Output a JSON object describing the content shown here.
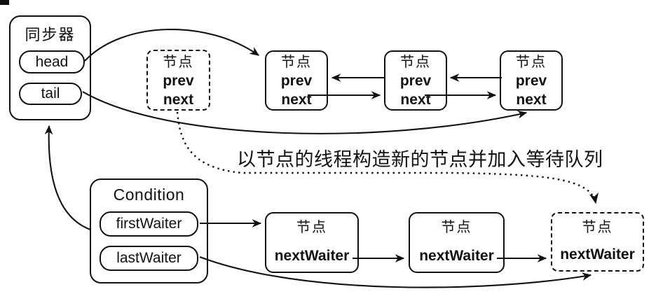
{
  "colors": {
    "ink": "#111111",
    "background": "#ffffff"
  },
  "synchronizer": {
    "title": "同步器",
    "head": "head",
    "tail": "tail"
  },
  "condition": {
    "title": "Condition",
    "first_waiter": "firstWaiter",
    "last_waiter": "lastWaiter"
  },
  "caption": "以节点的线程构造新的节点并加入等待队列",
  "sync_queue": {
    "new_node": {
      "title": "节点",
      "fields": [
        "prev",
        "next"
      ]
    },
    "nodes": [
      {
        "title": "节点",
        "fields": [
          "prev",
          "next"
        ]
      },
      {
        "title": "节点",
        "fields": [
          "prev",
          "next"
        ]
      },
      {
        "title": "节点",
        "fields": [
          "prev",
          "next"
        ]
      }
    ]
  },
  "wait_queue": {
    "nodes": [
      {
        "title": "节点",
        "field": "nextWaiter"
      },
      {
        "title": "节点",
        "field": "nextWaiter"
      }
    ],
    "new_node": {
      "title": "节点",
      "field": "nextWaiter"
    }
  }
}
